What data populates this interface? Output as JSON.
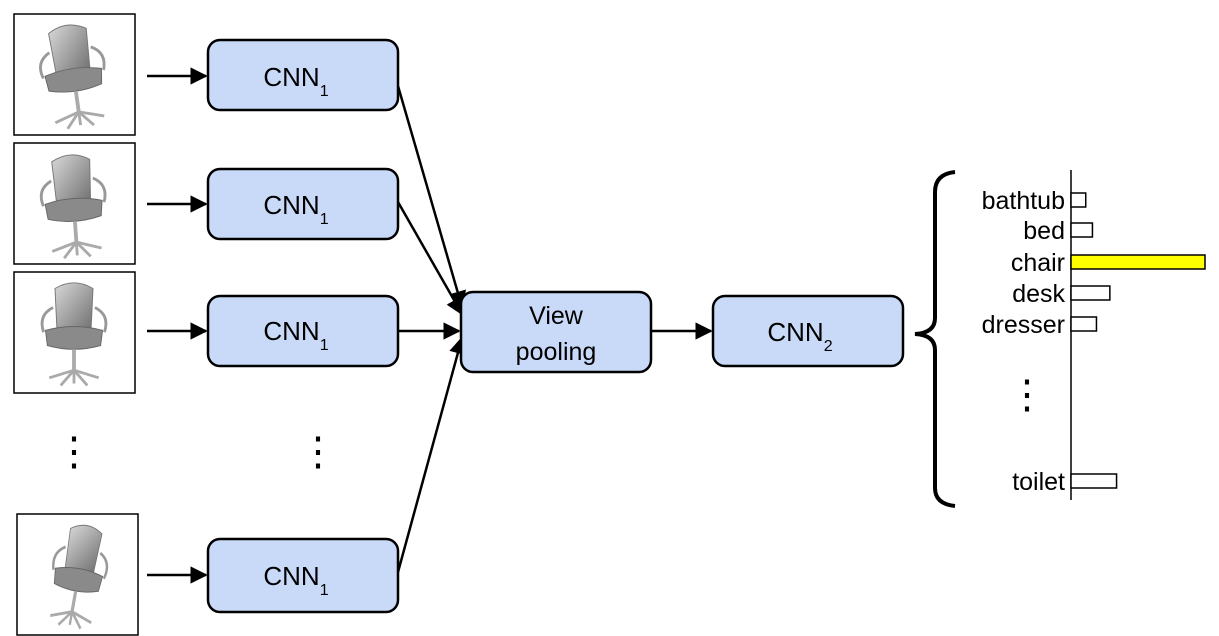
{
  "views": [
    {
      "name": "view-1"
    },
    {
      "name": "view-2"
    },
    {
      "name": "view-3"
    },
    {
      "name": "view-n"
    }
  ],
  "cnn1": {
    "label": "CNN",
    "subscript": "1"
  },
  "view_pooling": {
    "line1": "View",
    "line2": "pooling"
  },
  "cnn2": {
    "label": "CNN",
    "subscript": "2"
  },
  "ellipsis": "⋮",
  "colors": {
    "box_fill": "#c9daf8",
    "highlight": "#ffff00"
  },
  "scores": [
    {
      "label": "bathtub",
      "value": 0.11
    },
    {
      "label": "bed",
      "value": 0.16
    },
    {
      "label": "chair",
      "value": 1.0
    },
    {
      "label": "desk",
      "value": 0.29
    },
    {
      "label": "dresser",
      "value": 0.19
    },
    {
      "label": "toilet",
      "value": 0.34
    }
  ]
}
